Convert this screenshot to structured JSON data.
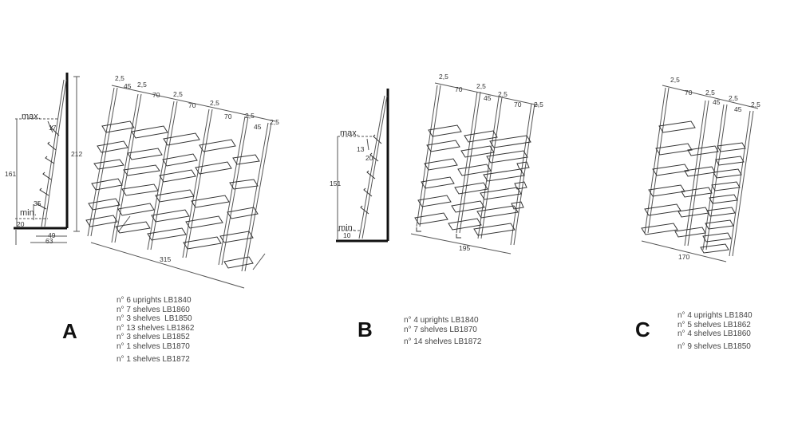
{
  "configs": [
    {
      "letter": "A",
      "items": [
        "n° 6 uprights LB1840",
        "n° 7 shelves LB1860",
        "n° 3 shelves  LB1850",
        "n° 13 shelves LB1862",
        "n° 3 shelves LB1852",
        "n° 1 shelves LB1870"
      ],
      "extra": "n° 1 shelves LB1872",
      "side": {
        "max": "max.",
        "min": "min.",
        "h": "161",
        "total": "212",
        "top_gap": "17",
        "step": "35",
        "bottom": "20",
        "depth_in": "49",
        "depth_out": "63"
      },
      "front": {
        "width": "315",
        "dims": [
          "2,5",
          "45",
          "2,5",
          "70",
          "2,5",
          "70",
          "2,5",
          "70",
          "2,5",
          "45",
          "2,5"
        ]
      }
    },
    {
      "letter": "B",
      "items": [
        "n° 4 uprights LB1840",
        "n° 7 shelves LB1870"
      ],
      "extra": "n° 14 shelves LB1872",
      "side": {
        "max": "max.",
        "min": "min.",
        "h": "151",
        "top_gap": "13",
        "step": "20",
        "bottom": "10"
      },
      "front": {
        "width": "195",
        "dims": [
          "2,5",
          "70",
          "2,5",
          "45",
          "2,5",
          "70",
          "2,5"
        ]
      }
    },
    {
      "letter": "C",
      "items": [
        "n° 4 uprights LB1840",
        "n° 5 shelves LB1862",
        "n° 4 shelves LB1860"
      ],
      "extra": "n° 9 shelves LB1850",
      "front": {
        "width": "170",
        "dims": [
          "2,5",
          "70",
          "2,5",
          "45",
          "2,5",
          "45",
          "2,5"
        ]
      }
    }
  ]
}
